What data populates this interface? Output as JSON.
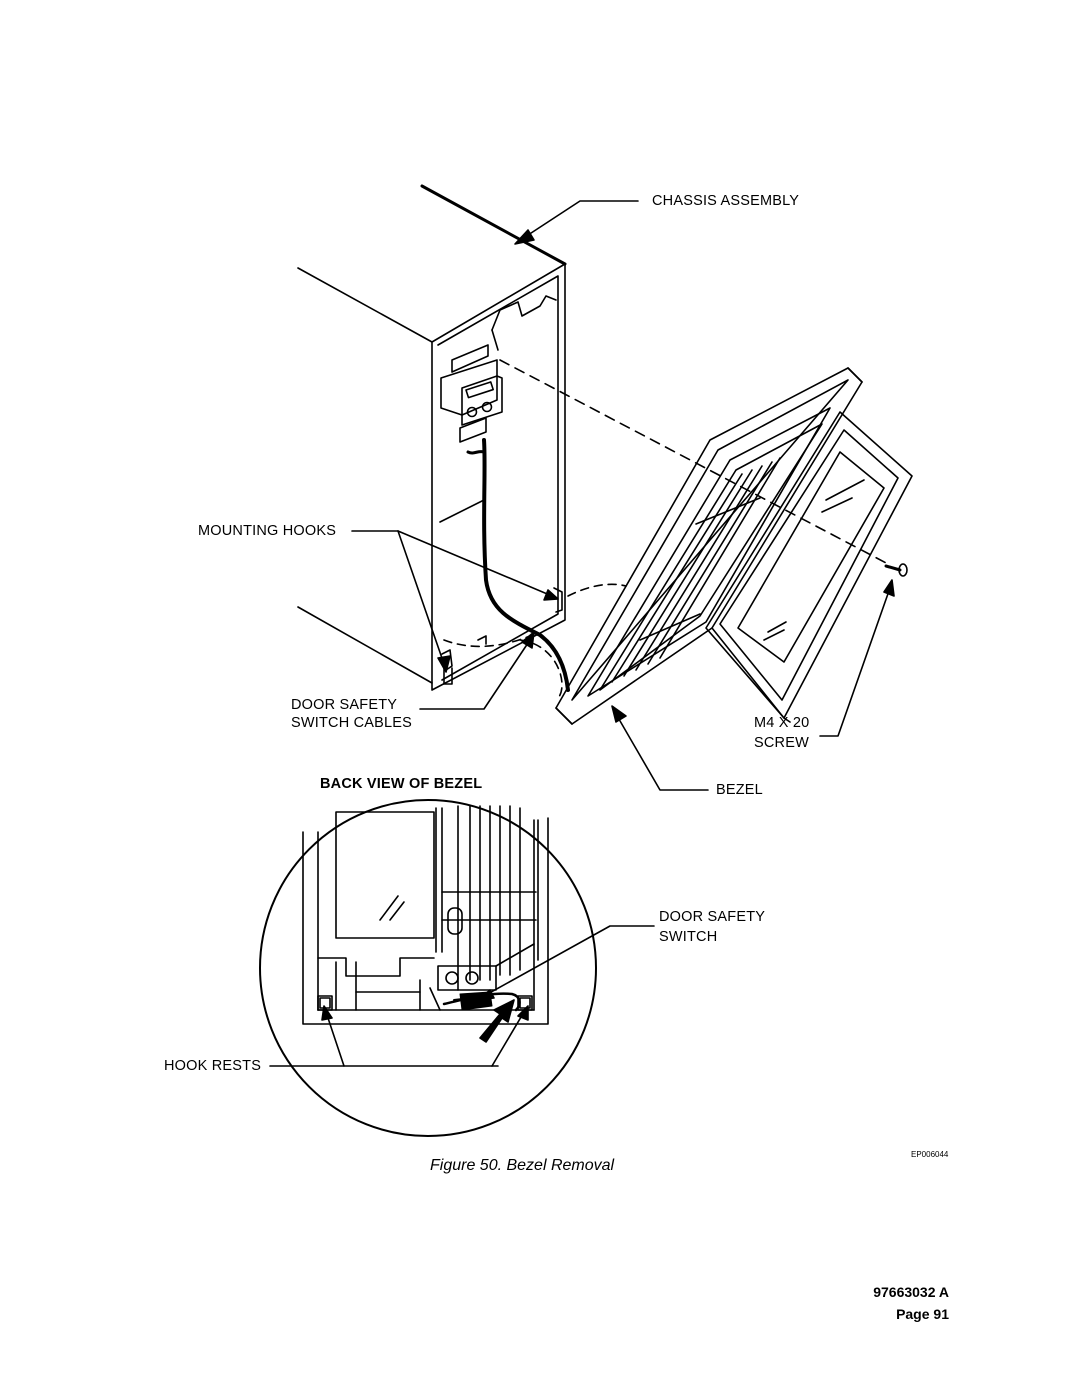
{
  "labels": {
    "chassis_assembly": "CHASSIS ASSEMBLY",
    "mounting_hooks": "MOUNTING HOOKS",
    "door_safety_switch_cables_1": "DOOR SAFETY",
    "door_safety_switch_cables_2": "SWITCH CABLES",
    "screw_1": "M4 X 20",
    "screw_2": "SCREW",
    "back_view": "BACK VIEW OF BEZEL",
    "bezel": "BEZEL",
    "door_safety_switch_1": "DOOR SAFETY",
    "door_safety_switch_2": "SWITCH",
    "hook_rests": "HOOK RESTS"
  },
  "figure": {
    "caption": "Figure 50. Bezel Removal",
    "code": "EP006044"
  },
  "footer": {
    "doc_number": "97663032 A",
    "page": "Page 91"
  }
}
